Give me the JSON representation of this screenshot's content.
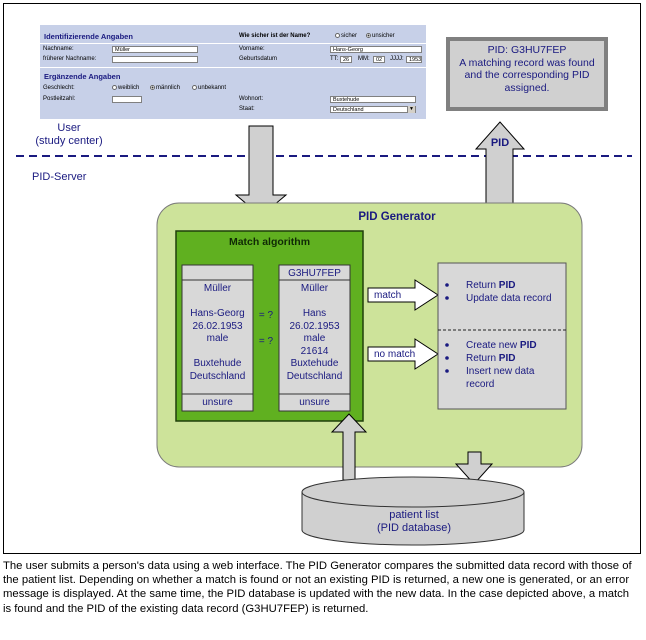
{
  "form": {
    "section1_title": "Identifizierende Angaben",
    "certainty_question": "Wie sicher ist der Name?",
    "certainty_options": [
      "sicher",
      "unsicher"
    ],
    "fields": {
      "nachname_label": "Nachname:",
      "nachname_value": "Müller",
      "frueherer_label": "früherer Nachname:",
      "frueherer_value": "",
      "vorname_label": "Vorname:",
      "vorname_value": "Hans-Georg",
      "geburtsdatum_label": "Geburtsdatum",
      "tt_label": "TT:",
      "tt_value": "26",
      "mm_label": "MM:",
      "mm_value": "02",
      "jjjj_label": "JJJJ:",
      "jjjj_value": "1953"
    },
    "section2_title": "Ergänzende Angaben",
    "geschlecht_label": "Geschlecht:",
    "geschlecht_options": [
      "weiblich",
      "männlich",
      "unbekannt"
    ],
    "plz_label": "Postleitzahl:",
    "plz_value": "",
    "wohnort_label": "Wohnort:",
    "wohnort_value": "Buxtehude",
    "staat_label": "Staat:",
    "staat_value": "Deutschland"
  },
  "user_label": [
    "User",
    "(study center)"
  ],
  "server_label": "PID-Server",
  "pid_arrow_label": "PID",
  "result_box": [
    "PID: G3HU7FEP",
    "A matching record was found",
    "and the corresponding PID",
    "assigned."
  ],
  "generator_title": "PID Generator",
  "match_algorithm_title": "Match algorithm",
  "left_record": {
    "header": "",
    "lines": [
      "Müller",
      "",
      "Hans-Georg",
      "26.02.1953",
      "male",
      "",
      "Buxtehude",
      "Deutschland"
    ],
    "footer": "unsure"
  },
  "right_record": {
    "header": "G3HU7FEP",
    "lines": [
      "Müller",
      "",
      "Hans",
      "26.02.1953",
      "male",
      "21614",
      "Buxtehude",
      "Deutschland"
    ],
    "footer": "unsure"
  },
  "compare_marks": [
    "= ?",
    "= ?"
  ],
  "match_label": "match",
  "nomatch_label": "no match",
  "match_actions": [
    [
      {
        "pre": "Return ",
        "bold": "PID"
      }
    ],
    [
      {
        "pre": "Update data record",
        "bold": ""
      }
    ]
  ],
  "nomatch_actions": [
    [
      {
        "pre": "Create new ",
        "bold": "PID"
      }
    ],
    [
      {
        "pre": "Return ",
        "bold": "PID"
      }
    ],
    [
      {
        "pre": "Insert new data record",
        "bold": ""
      }
    ]
  ],
  "patient_list": [
    "patient list",
    "(PID database)"
  ],
  "caption": "The user submits a person's data using a web interface. The PID Generator compares the submitted data record with those of the patient list. Depending on whether a match is found or not an existing PID is returned, a new one is generated, or an error message is displayed. At the same time, the PID database is updated with the new data. In the case depicted above, a match is found and the PID of the existing data record (G3HU7FEP) is returned."
}
